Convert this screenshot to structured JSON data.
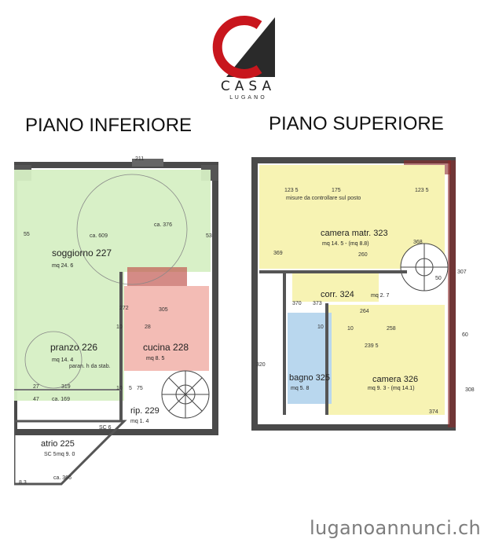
{
  "brand": {
    "logo_word": "CASA",
    "logo_sub": "LUGANO",
    "accent_color": "#c8161d",
    "dark_color": "#2a2a2a"
  },
  "headings": {
    "left": "PIANO INFERIORE",
    "right": "PIANO SUPERIORE"
  },
  "left_plan": {
    "rooms": [
      {
        "name": "soggiorno 227",
        "area": "mq 24. 6",
        "color": "#d6efc4"
      },
      {
        "name": "pranzo 226",
        "area": "mq 14. 4",
        "color": "#d6efc4"
      },
      {
        "name": "cucina 228",
        "area": "mq  8. 5",
        "color": "#f2b5ad"
      },
      {
        "name": "rip. 229",
        "area": "mq  1. 4"
      },
      {
        "name": "atrio 225",
        "area": "mq 9. 0"
      }
    ],
    "dims": [
      "211",
      "ca. 609",
      "ca. 376",
      "53",
      "55",
      "305",
      "272",
      "28",
      "10",
      "27",
      "319",
      "47",
      "ca. 169",
      "5",
      "75",
      "10",
      "SC 6",
      "SC 5",
      "ca. 366",
      "8.3",
      "paran. h da stab."
    ]
  },
  "right_plan": {
    "rooms": [
      {
        "name": "camera matr. 323",
        "area": "mq 14. 5 - (mq 8.8)",
        "color": "#f7f3b3"
      },
      {
        "name": "corr. 324",
        "area": "mq 2. 7",
        "color": "#f7f3b3"
      },
      {
        "name": "bagno 325",
        "area": "mq 5. 8",
        "color": "#b9d7ee"
      },
      {
        "name": "camera 326",
        "area": "mq 9. 3 - (mq 14.1)",
        "color": "#f7f3b3"
      }
    ],
    "dims": [
      "123 5",
      "175",
      "123 5",
      "misure da controllare sul posto",
      "369",
      "260",
      "368",
      "307",
      "370",
      "373",
      "264",
      "10",
      "258",
      "239 5",
      "10",
      "320",
      "308",
      "374",
      "50",
      "60"
    ]
  },
  "watermark": "luganoannunci.ch"
}
